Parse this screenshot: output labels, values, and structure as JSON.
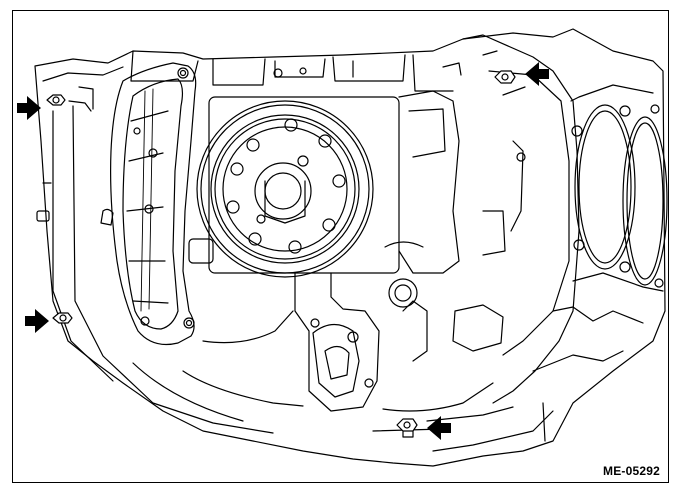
{
  "figure": {
    "code": "ME-05292",
    "line_color": "#000000",
    "background": "#ffffff"
  },
  "callouts": [
    {
      "name": "arrow-bolt-top-left",
      "points_to": "bolt"
    },
    {
      "name": "arrow-bolt-top-right",
      "points_to": "bolt"
    },
    {
      "name": "arrow-bolt-mid-left",
      "points_to": "bolt"
    },
    {
      "name": "arrow-bolt-bottom",
      "points_to": "bolt"
    }
  ]
}
